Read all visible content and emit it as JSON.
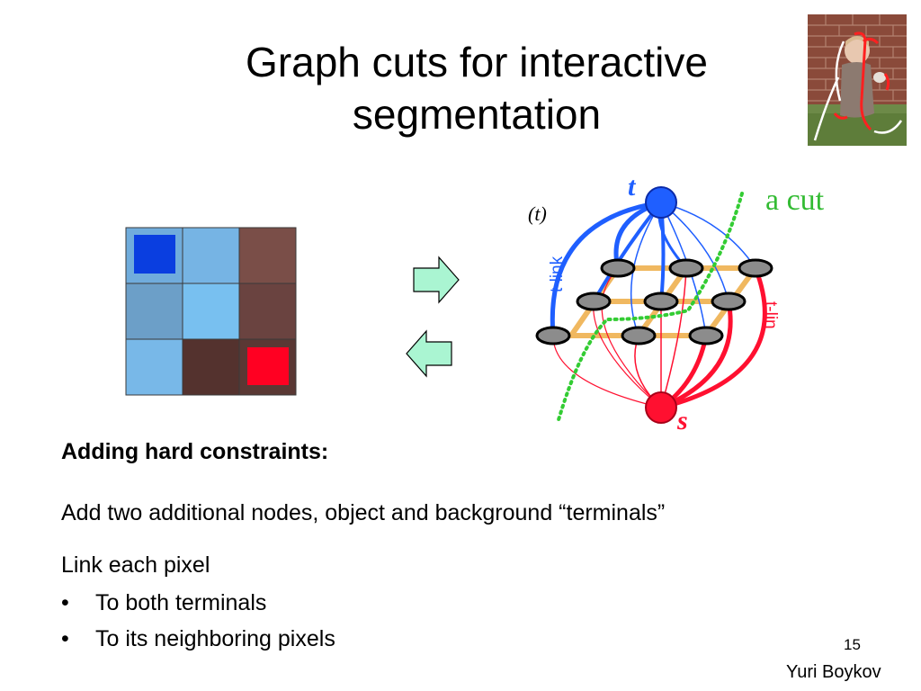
{
  "slide": {
    "title_line1": "Graph cuts for interactive",
    "title_line2": "segmentation",
    "heading": "Adding hard constraints:",
    "para1": "Add two additional nodes, object and background “terminals”",
    "para2": "Link each pixel",
    "bullets": [
      {
        "marker": "•",
        "text": "To both terminals"
      },
      {
        "marker": "•",
        "text": "To its neighboring pixels"
      }
    ],
    "slide_number": "15",
    "author": "Yuri Boykov"
  },
  "graph": {
    "source_label": "t",
    "sink_label": "s",
    "paren_label": "(t)",
    "tlink_left_label": "t-link",
    "tlink_right_label": "t-lin",
    "cut_label": "a cut"
  },
  "pixel_grid": {
    "cells": [
      [
        "#70acdc",
        "#76b4e4",
        "#7a4e48"
      ],
      [
        "#6c9fc8",
        "#78c0f0",
        "#6a4340"
      ],
      [
        "#78b8e8",
        "#54322e",
        "#5a3834"
      ]
    ],
    "object_seed_color": "#0a3ee0",
    "background_seed_color": "#ff0022"
  },
  "colors": {
    "arrow_fill": "#aaf5d2",
    "source_node": "#1f5fff",
    "sink_node": "#ff1030",
    "cut_line": "#33cc33",
    "cut_text": "#33bb33",
    "neighbor_link": "#f0b860",
    "pixel_node": "#8c8c8c"
  }
}
